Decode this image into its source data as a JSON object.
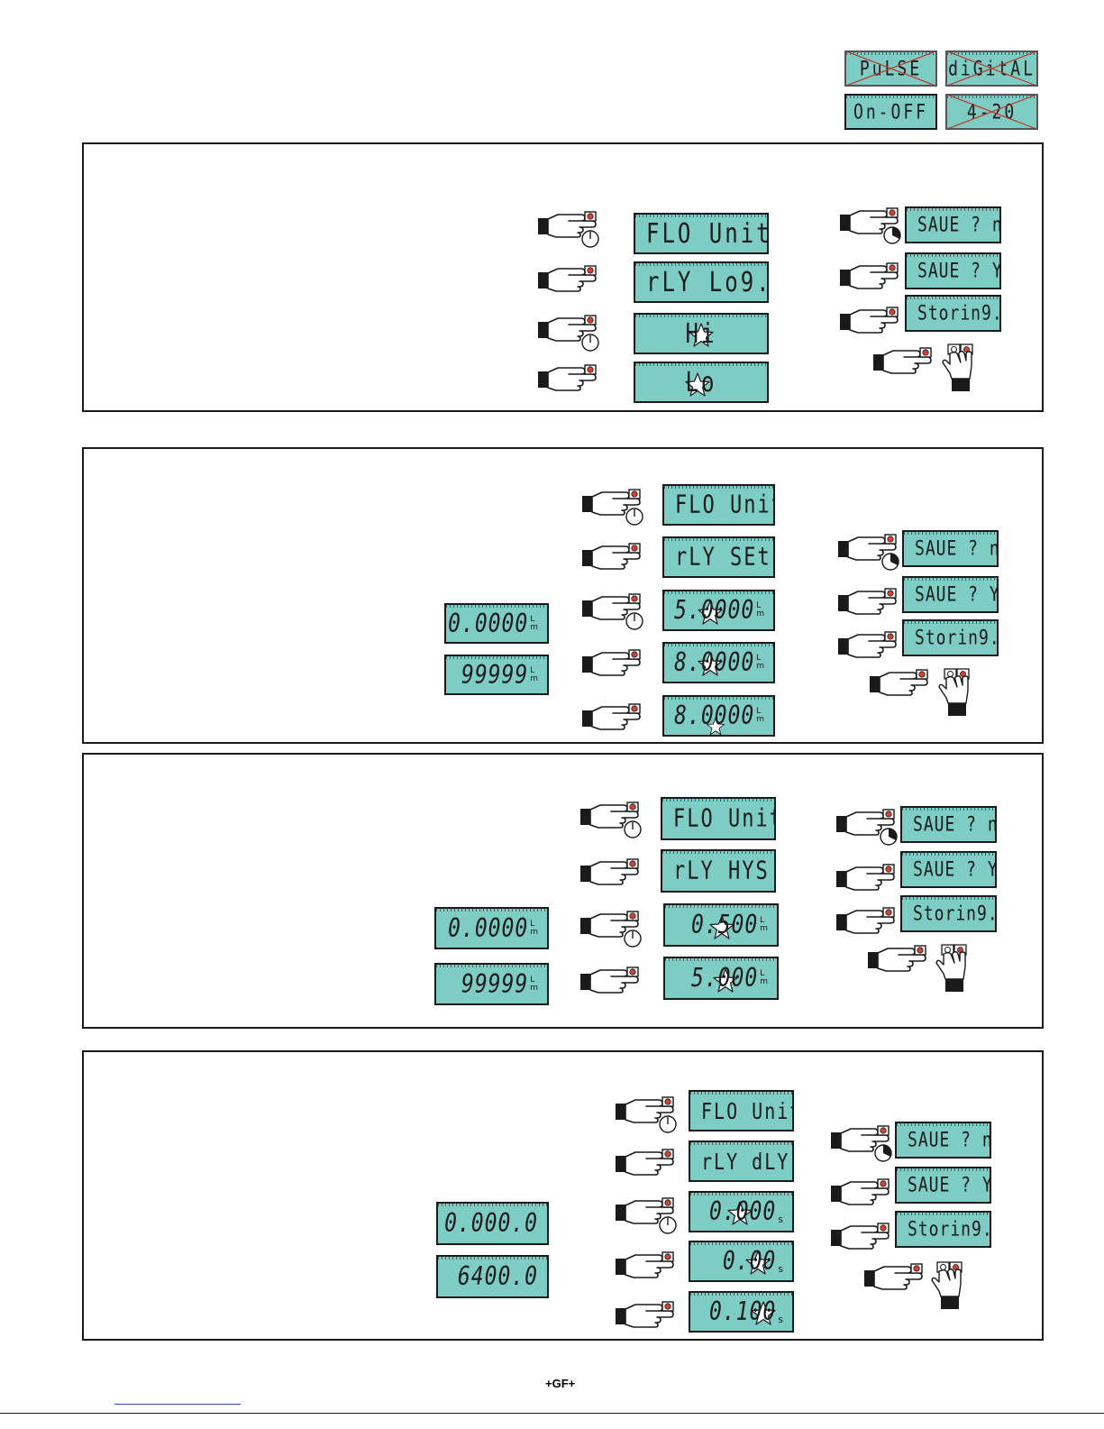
{
  "output_modes": [
    "PuLSE",
    "diGitAL",
    "On-OFF",
    "4-20"
  ],
  "output_modes_active": [
    false,
    false,
    true,
    false
  ],
  "section1": {
    "displays": [
      "FLO Unit",
      "rLY Lo9.",
      "Hi",
      "Lo"
    ],
    "save": [
      "SAUE ? n",
      "SAUE ? Y",
      "Storin9. ."
    ]
  },
  "section2": {
    "range": [
      "0.0000",
      "99999"
    ],
    "displays": [
      "FLO Unit",
      "rLY SEt",
      "5.0000",
      "8.0000",
      "8.0000"
    ],
    "save": [
      "SAUE ? n",
      "SAUE ? Y",
      "Storin9. ."
    ]
  },
  "section3": {
    "range": [
      "0.0000",
      "99999"
    ],
    "displays": [
      "FLO Unit",
      "rLY HYS",
      "0.500",
      "5.000"
    ],
    "save": [
      "SAUE ? n",
      "SAUE ? Y",
      "Storin9. ."
    ]
  },
  "section4": {
    "range": [
      "0.000.0",
      "6400.0"
    ],
    "displays": [
      "FLO Unit",
      "rLY dLY",
      "0.000",
      "0.00",
      "0.100"
    ],
    "save": [
      "SAUE ? n",
      "SAUE ? Y",
      "Storin9. ."
    ]
  },
  "units": {
    "flow_top": "L",
    "flow_bottom": "m",
    "seconds": "s"
  },
  "footer": {
    "logo": "+GF+"
  }
}
